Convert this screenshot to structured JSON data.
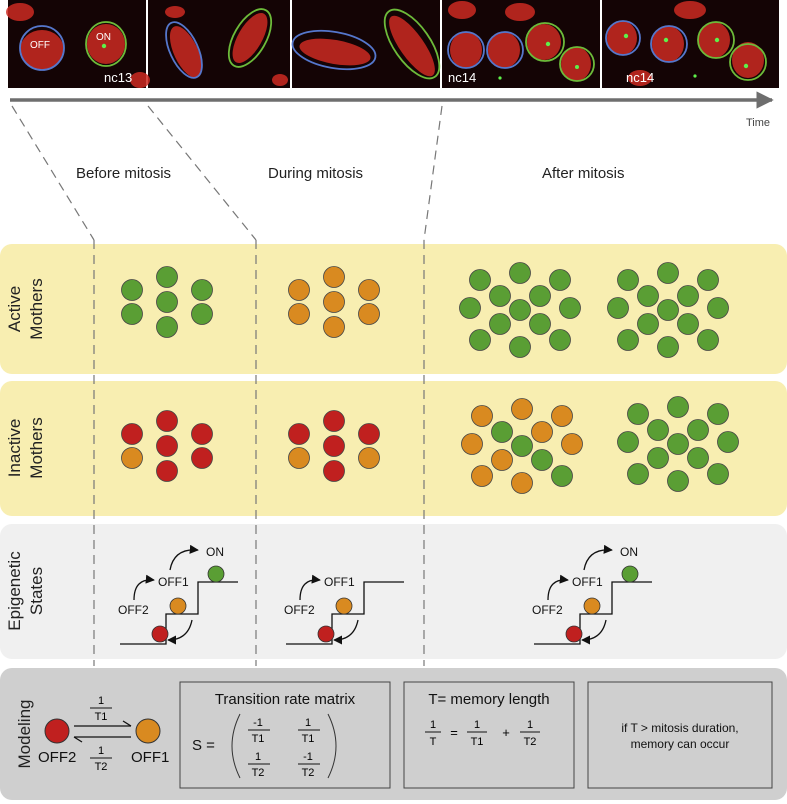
{
  "panels": [
    {
      "label": "nc13",
      "marks": [
        "OFF",
        "ON"
      ]
    },
    {
      "label": "",
      "marks": []
    },
    {
      "label": "",
      "marks": []
    },
    {
      "label": "nc14",
      "marks": []
    },
    {
      "label": "nc14",
      "marks": []
    }
  ],
  "time_label": "Time",
  "phases": [
    "Before mitosis",
    "During mitosis",
    "After mitosis"
  ],
  "rows": {
    "active": [
      "Active",
      "Mothers"
    ],
    "inactive": [
      "Inactive",
      "Mothers"
    ],
    "epigenetic": [
      "Epigenetic",
      "States"
    ],
    "modeling": "Modeling"
  },
  "states": {
    "on": "ON",
    "off1": "OFF1",
    "off2": "OFF2"
  },
  "model": {
    "rate_forward": {
      "num": "1",
      "den": "T1"
    },
    "rate_backward": {
      "num": "1",
      "den": "T2"
    },
    "matrix_title": "Transition rate matrix",
    "matrix_lhs": "S =",
    "matrix": [
      [
        "-1",
        "T1",
        "1",
        "T1"
      ],
      [
        "1",
        "T2",
        "-1",
        "T2"
      ]
    ],
    "memory_title": "T= memory length",
    "memory_eq": {
      "lhs_num": "1",
      "lhs_den": "T",
      "eq": "=",
      "plus": "+",
      "t1_num": "1",
      "t1_den": "T1",
      "t2_num": "1",
      "t2_den": "T2"
    },
    "condition_line1": "if T > mitosis duration,",
    "condition_line2": "memory can occur"
  },
  "colors": {
    "green": "#5a9e34",
    "orange": "#d98a20",
    "red": "#c0201f",
    "yellow_band": "#f8eeb1",
    "grey_band": "#f0f0f0",
    "model_band": "#cfcfcf",
    "blue_ring": "#5577cc",
    "green_ring": "#6dbb3a"
  },
  "icons": {
    "arrow": "time-arrow",
    "clusters": "cell-cluster-icon"
  }
}
